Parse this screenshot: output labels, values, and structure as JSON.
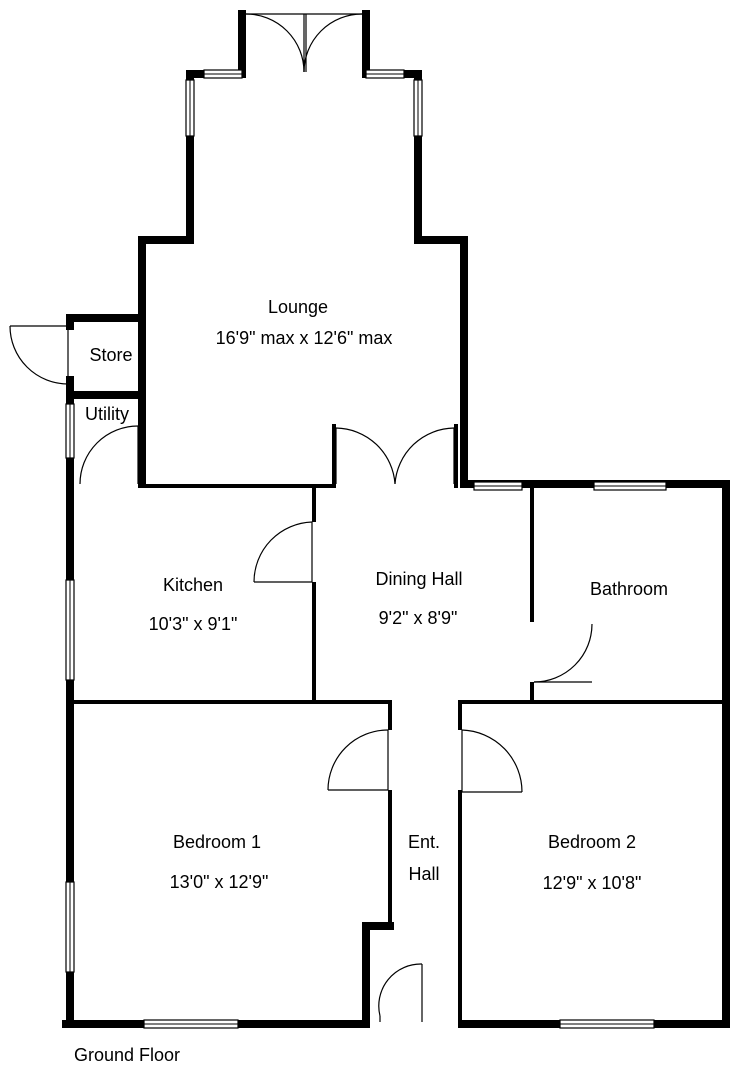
{
  "floor_label": "Ground Floor",
  "rooms": {
    "lounge": {
      "name": "Lounge",
      "dimensions": "16'9\" max x 12'6\" max"
    },
    "store": {
      "name": "Store"
    },
    "utility": {
      "name": "Utility"
    },
    "kitchen": {
      "name": "Kitchen",
      "dimensions": "10'3\" x 9'1\""
    },
    "dining_hall": {
      "name": "Dining Hall",
      "dimensions": "9'2\" x 8'9\""
    },
    "bathroom": {
      "name": "Bathroom"
    },
    "bedroom1": {
      "name": "Bedroom 1",
      "dimensions": "13'0\" x 12'9\""
    },
    "ent_hall": {
      "name_line1": "Ent.",
      "name_line2": "Hall"
    },
    "bedroom2": {
      "name": "Bedroom 2",
      "dimensions": "12'9\" x 10'8\""
    }
  }
}
